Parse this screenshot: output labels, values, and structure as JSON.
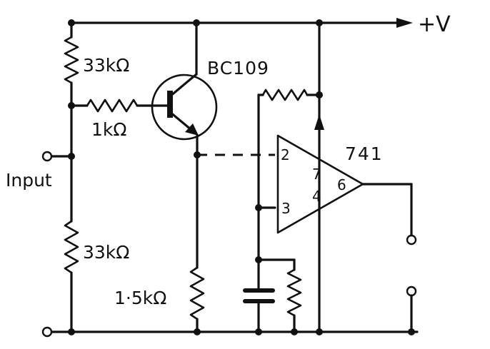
{
  "supply_label": "+V",
  "transistor_label": "BC109",
  "opamp_label": "741",
  "input_label": "Input",
  "resistors": {
    "upper_divider": "33kΩ",
    "base": "1kΩ",
    "lower_divider": "33kΩ",
    "emitter": "1·5kΩ"
  },
  "pins": {
    "inv": "2",
    "noninv": "3",
    "vplus": "7",
    "vminus": "4",
    "out": "6"
  }
}
